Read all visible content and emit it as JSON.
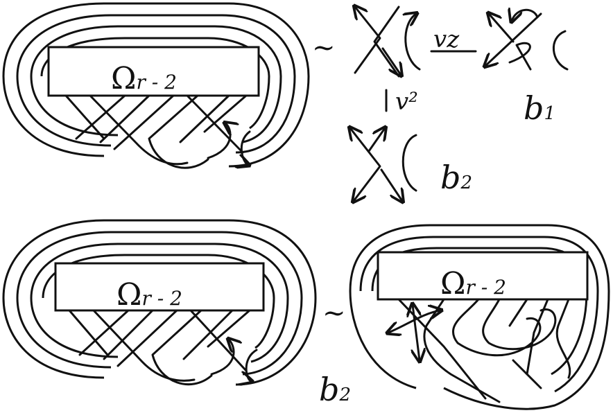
{
  "box_label": {
    "symbol": "Ω",
    "subscript": "r - 2"
  },
  "equivalence_symbol": "~",
  "relations": {
    "horizontal": "vz",
    "vertical": "v²"
  },
  "labels": {
    "b1": {
      "letter": "b",
      "index": "1"
    },
    "b2_top": {
      "letter": "b",
      "index": "2"
    },
    "b2_bottom": {
      "letter": "b",
      "index": "2"
    }
  }
}
